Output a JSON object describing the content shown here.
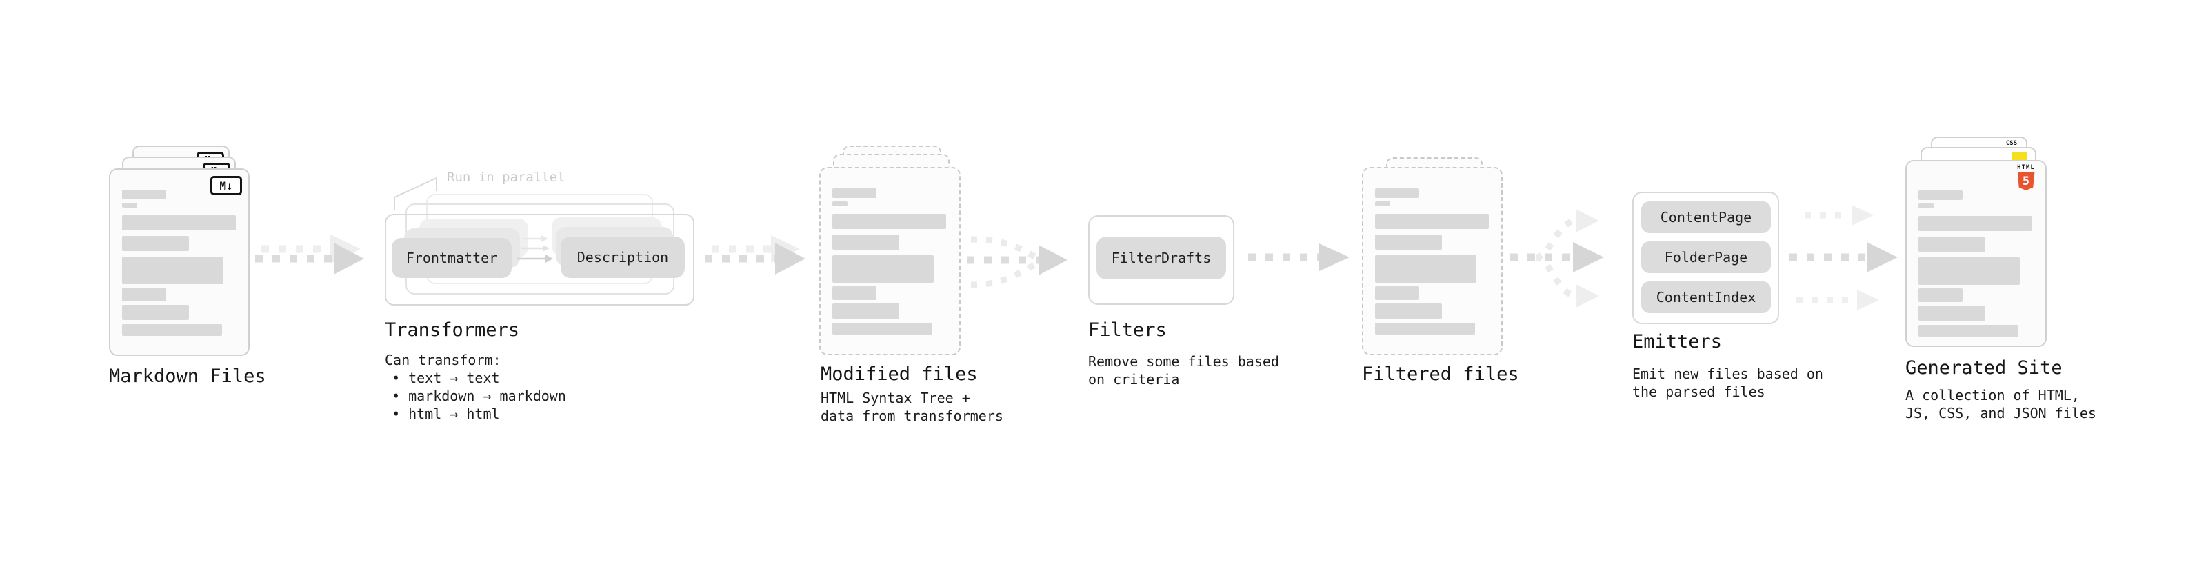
{
  "stages": {
    "markdown": {
      "label": "Markdown Files",
      "badge": "M↓"
    },
    "transformers": {
      "label": "Transformers",
      "annotation": "Run in parallel",
      "box_left": "Frontmatter",
      "box_right": "Description",
      "desc": "Can transform:",
      "bullets": [
        "• text → text",
        "• markdown → markdown",
        "• html → html"
      ]
    },
    "modified": {
      "label": "Modified files",
      "desc_line1": "HTML Syntax Tree +",
      "desc_line2": "data from transformers"
    },
    "filters": {
      "label": "Filters",
      "box": "FilterDrafts",
      "desc_line1": "Remove some files based",
      "desc_line2": "on criteria"
    },
    "filtered": {
      "label": "Filtered files"
    },
    "emitters": {
      "label": "Emitters",
      "boxes": [
        "ContentPage",
        "FolderPage",
        "ContentIndex"
      ],
      "desc_line1": "Emit new files based on",
      "desc_line2": "the parsed files"
    },
    "generated": {
      "label": "Generated Site",
      "desc_line1": "A collection of HTML,",
      "desc_line2": "JS, CSS, and JSON files",
      "badge_css": "CSS",
      "badge_html": "HTML",
      "badge_html_num": "5"
    }
  },
  "colors": {
    "background": "#ffffff",
    "placeholder_bar": "#d9d9d9",
    "card_border": "#d0d0d0",
    "dashed_border": "#c9c9c9",
    "gray_box_fill": "#dcdcdc",
    "arrow": "#d9d9d9",
    "arrow_head": "#d6d6d6",
    "arrow_ghost": "#eeeeee",
    "annotation_text": "#c9c9c9",
    "label_text": "#161616",
    "html5_orange": "#e8542f",
    "js_yellow": "#f6df1d",
    "css_blue": "#2b6cf0",
    "badge_border": "#141414"
  }
}
